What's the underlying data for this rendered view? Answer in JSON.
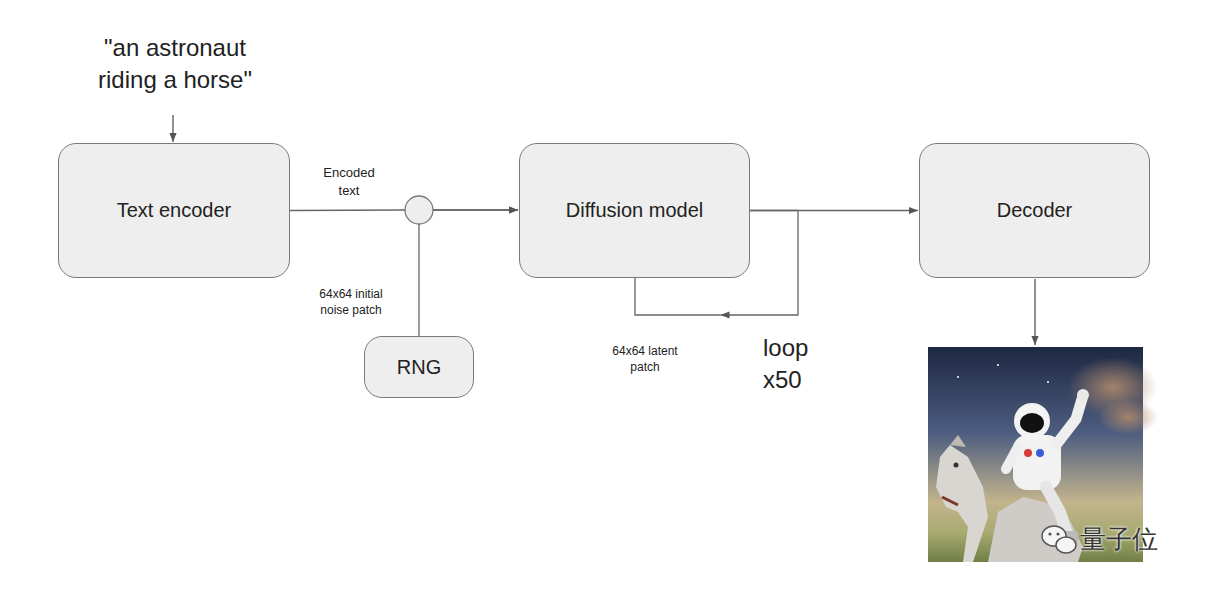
{
  "diagram": {
    "nodes": [
      {
        "text": [
          "Text encoder"
        ]
      },
      {
        "text": [
          "Diffusion model"
        ]
      },
      {
        "text": [
          "Decoder"
        ]
      },
      {
        "text": [
          "RNG"
        ]
      }
    ],
    "edges": [
      {
        "from": 0,
        "to": 1,
        "arrow": "to",
        "label": "Encoded text"
      },
      {
        "from": 3,
        "to": 1,
        "arrow": "to",
        "label": "64x64 initial noise patch"
      },
      {
        "from": 1,
        "to": 1,
        "arrow": "to",
        "label": "64x64 latent patch"
      },
      {
        "from": 1,
        "to": 2,
        "arrow": "to"
      }
    ],
    "labels": [
      "\"an astronaut riding a horse\"",
      "loop x50",
      "量子位"
    ]
  }
}
